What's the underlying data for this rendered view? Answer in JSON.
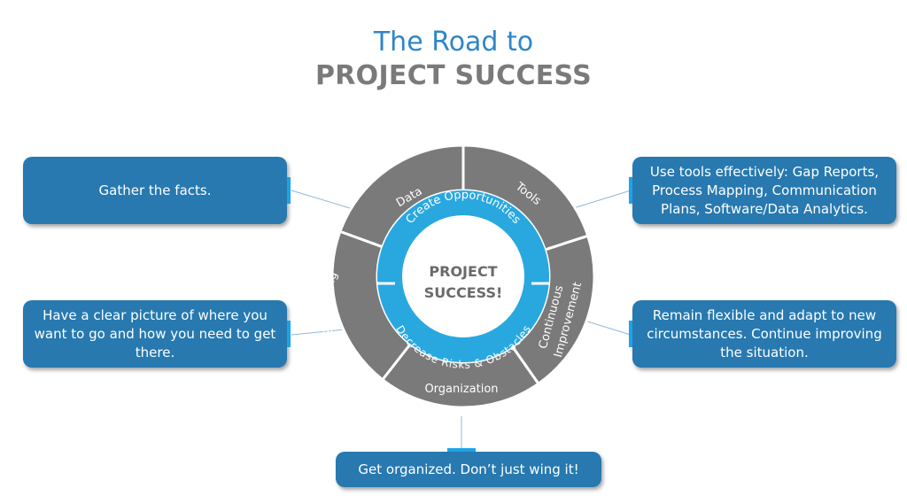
{
  "title": {
    "line1": "The Road to",
    "line2": "PROJECT SUCCESS"
  },
  "center": {
    "line1": "PROJECT",
    "line2": "SUCCESS!"
  },
  "inner_ring": {
    "top": "Create Opportunities",
    "bottom": "Decrease Risks & Obstacles"
  },
  "segments": {
    "data": "Data",
    "tools": "Tools",
    "continuous_1": "Continuous",
    "continuous_2": "Improvement",
    "organization": "Organization",
    "strategy": "Strategy & Planning"
  },
  "callouts": {
    "data": "Gather the facts.",
    "tools": "Use tools effectively: Gap Reports, Process Mapping, Communication Plans, Software/Data Analytics.",
    "strategy": "Have a clear picture of where you want to go and how you need to get there.",
    "continuous": "Remain flexible and adapt to new circumstances.  Continue improving the situation.",
    "organization": "Get organized. Don’t just wing it!"
  },
  "colors": {
    "callout": "#2779b0",
    "ring_outer": "#7a7a7a",
    "ring_inner": "#29a8e0",
    "center": "#ffffff",
    "tab": "#1aa3e8",
    "connector": "#8fb9d8"
  }
}
